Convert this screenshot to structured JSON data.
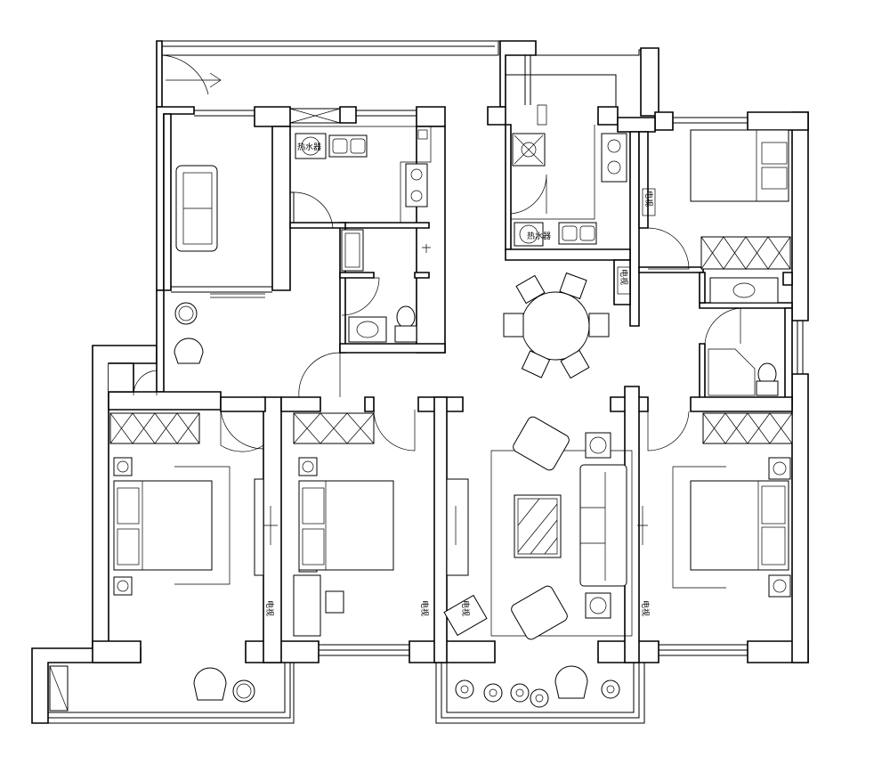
{
  "plan": {
    "labels": {
      "tv_a": "电视",
      "tv_b": "电视",
      "tv_c": "电视",
      "tv_d": "电视",
      "tv_e": "电视",
      "tv_f": "电视",
      "heater_a": "热水器",
      "heater_b": "热水器"
    }
  }
}
